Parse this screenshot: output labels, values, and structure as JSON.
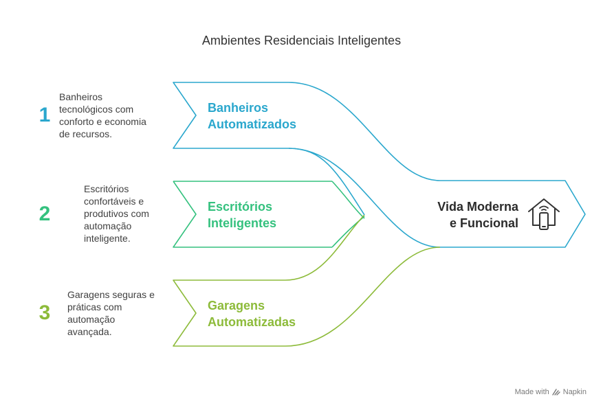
{
  "title": "Ambientes Residenciais Inteligentes",
  "items": [
    {
      "number": "1",
      "description": [
        "Banheiros",
        "tecnológicos com",
        "conforto e economia",
        "de recursos."
      ],
      "label": [
        "Banheiros",
        "Automatizados"
      ],
      "color": "#2aa7cd"
    },
    {
      "number": "2",
      "description": [
        "Escritórios",
        "confortáveis e",
        "produtivos com",
        "automação",
        "inteligente."
      ],
      "label": [
        "Escritórios",
        "Inteligentes"
      ],
      "color": "#34c17e"
    },
    {
      "number": "3",
      "description": [
        "Garagens seguras e",
        "práticas com",
        "automação",
        "avançada."
      ],
      "label": [
        "Garagens",
        "Automatizadas"
      ],
      "color": "#8dbb3a"
    }
  ],
  "goal": [
    "Vida Moderna",
    "e Funcional"
  ],
  "goal_icon": "smart-home-icon",
  "credit": {
    "prefix": "Made with",
    "brand": "Napkin",
    "icon": "napkin-logo-icon"
  }
}
